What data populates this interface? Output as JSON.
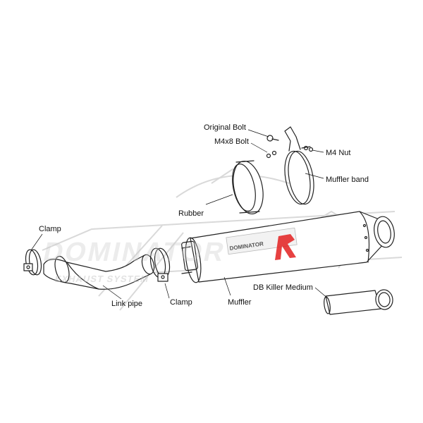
{
  "labels": {
    "original_bolt": "Original Bolt",
    "m4x8_bolt": "M4x8 Bolt",
    "m4_nut": "M4 Nut",
    "muffler_band": "Muffler band",
    "rubber": "Rubber",
    "clamp_left": "Clamp",
    "clamp_mid": "Clamp",
    "link_pipe": "Link pipe",
    "muffler": "Muffler",
    "db_killer": "DB Killer Medium"
  },
  "logo": {
    "brand": "DOMINATOR",
    "tagline": "EXHAUST SYSTEM",
    "muffler_badge": "DOMINATOR",
    "accent_color": "#e32020"
  },
  "watermark": {
    "text": "DOMINATOR",
    "color": "#d9d9d9"
  }
}
